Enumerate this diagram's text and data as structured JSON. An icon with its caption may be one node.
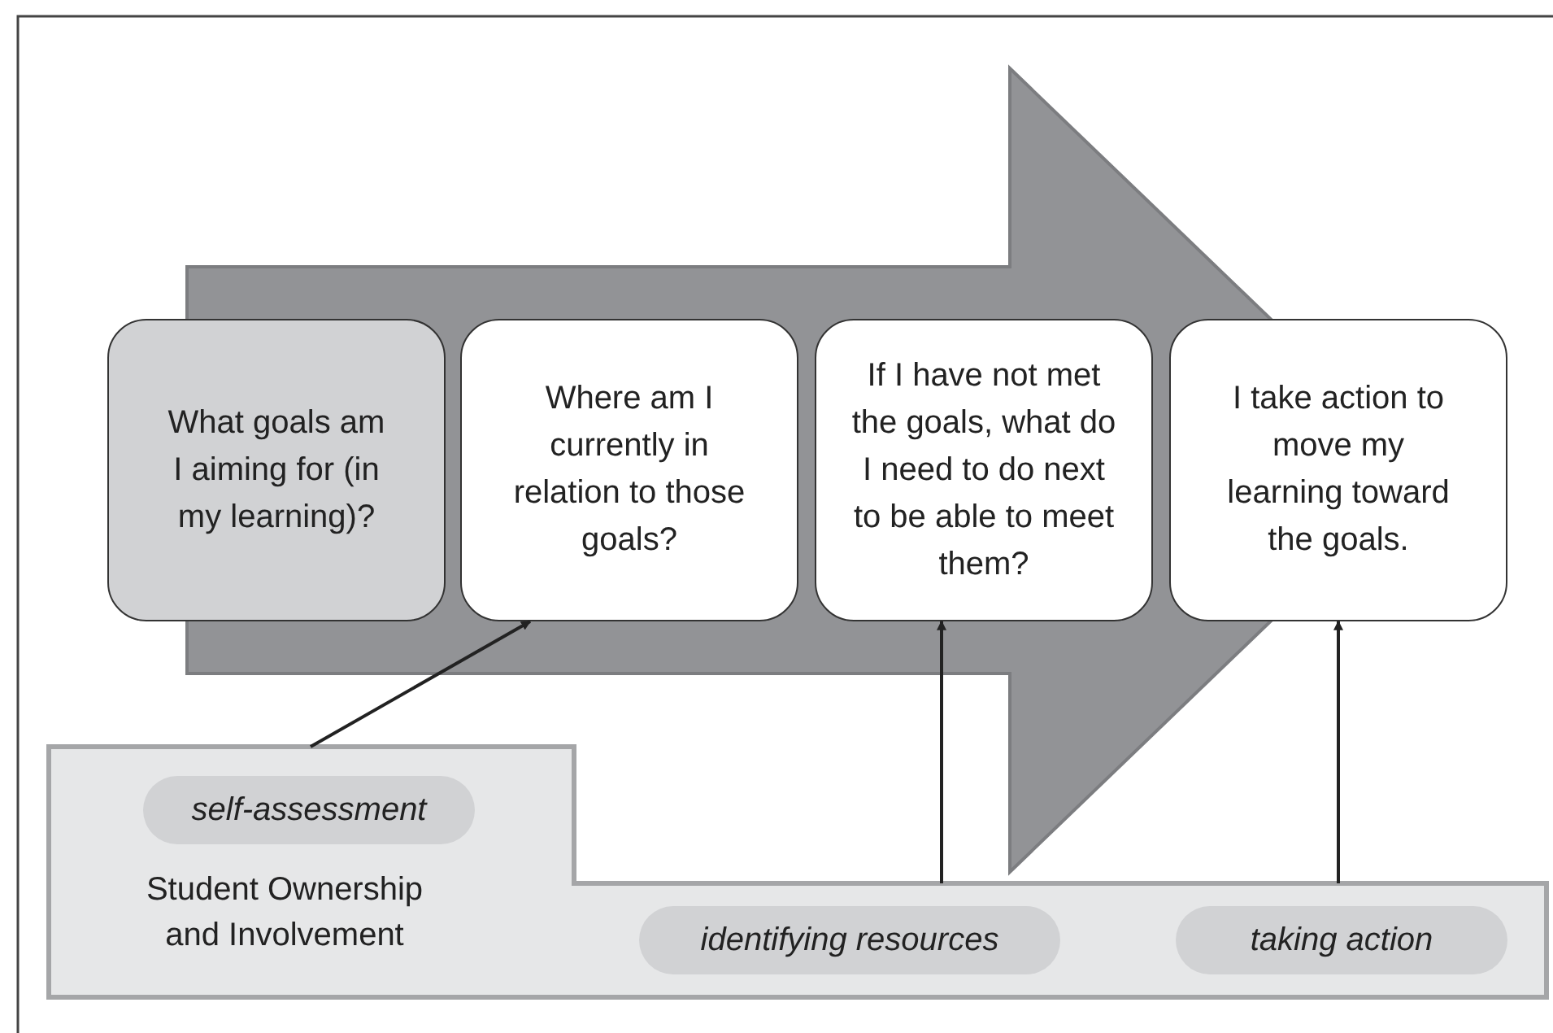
{
  "diagram": {
    "nodes": [
      {
        "text": [
          "What goals am I aiming for (in my learning)?"
        ]
      },
      {
        "text": [
          "Where am I currently in relation to those goals?"
        ]
      },
      {
        "text": [
          "If I have not met the goals, what do I need to do next to be able to meet them?"
        ]
      },
      {
        "text": [
          "I take action to move my learning toward the goals."
        ]
      },
      {
        "text": [
          "Student Ownership and Involvement"
        ]
      },
      {
        "text": [
          "self-assessment"
        ],
        "in": 4
      },
      {
        "text": [
          "identifying resources"
        ],
        "in": 4
      },
      {
        "text": [
          "taking action"
        ],
        "in": 4
      }
    ],
    "edges": [
      {
        "from": 4,
        "to": 1,
        "arrow": "to"
      },
      {
        "from": 4,
        "to": 2,
        "arrow": "to"
      },
      {
        "from": 4,
        "to": 3,
        "arrow": "to"
      },
      {
        "from": 0,
        "to": 3,
        "arrow": "to",
        "style": "thick",
        "color": "#929396"
      }
    ]
  }
}
